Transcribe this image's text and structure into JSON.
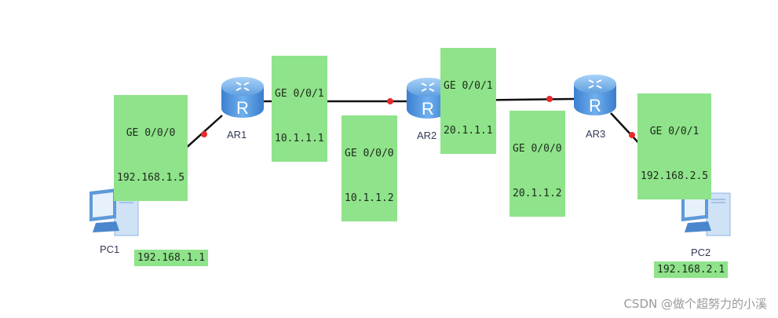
{
  "colors": {
    "label_bg": "#8fe38a",
    "port_dot": "#e8292b",
    "link": "#111111",
    "router_blue": "#4a90d9"
  },
  "devices": {
    "ar1": {
      "name": "AR1",
      "icon": "router-icon"
    },
    "ar2": {
      "name": "AR2",
      "icon": "router-icon"
    },
    "ar3": {
      "name": "AR3",
      "icon": "router-icon"
    },
    "pc1": {
      "name": "PC1",
      "icon": "pc-icon"
    },
    "pc2": {
      "name": "PC2",
      "icon": "pc-icon"
    }
  },
  "labels": {
    "ar1_g0": {
      "port": "GE 0/0/0",
      "ip": "192.168.1.5"
    },
    "ar1_g1": {
      "port": "GE 0/0/1",
      "ip": "10.1.1.1"
    },
    "ar2_g0": {
      "port": "GE 0/0/0",
      "ip": "10.1.1.2"
    },
    "ar2_g1": {
      "port": "GE 0/0/1",
      "ip": "20.1.1.1"
    },
    "ar3_g0": {
      "port": "GE 0/0/0",
      "ip": "20.1.1.2"
    },
    "ar3_g1": {
      "port": "GE 0/0/1",
      "ip": "192.168.2.5"
    },
    "pc1_ip": "192.168.1.1",
    "pc2_ip": "192.168.2.1"
  },
  "watermark": "CSDN @做个超努力的小溪"
}
